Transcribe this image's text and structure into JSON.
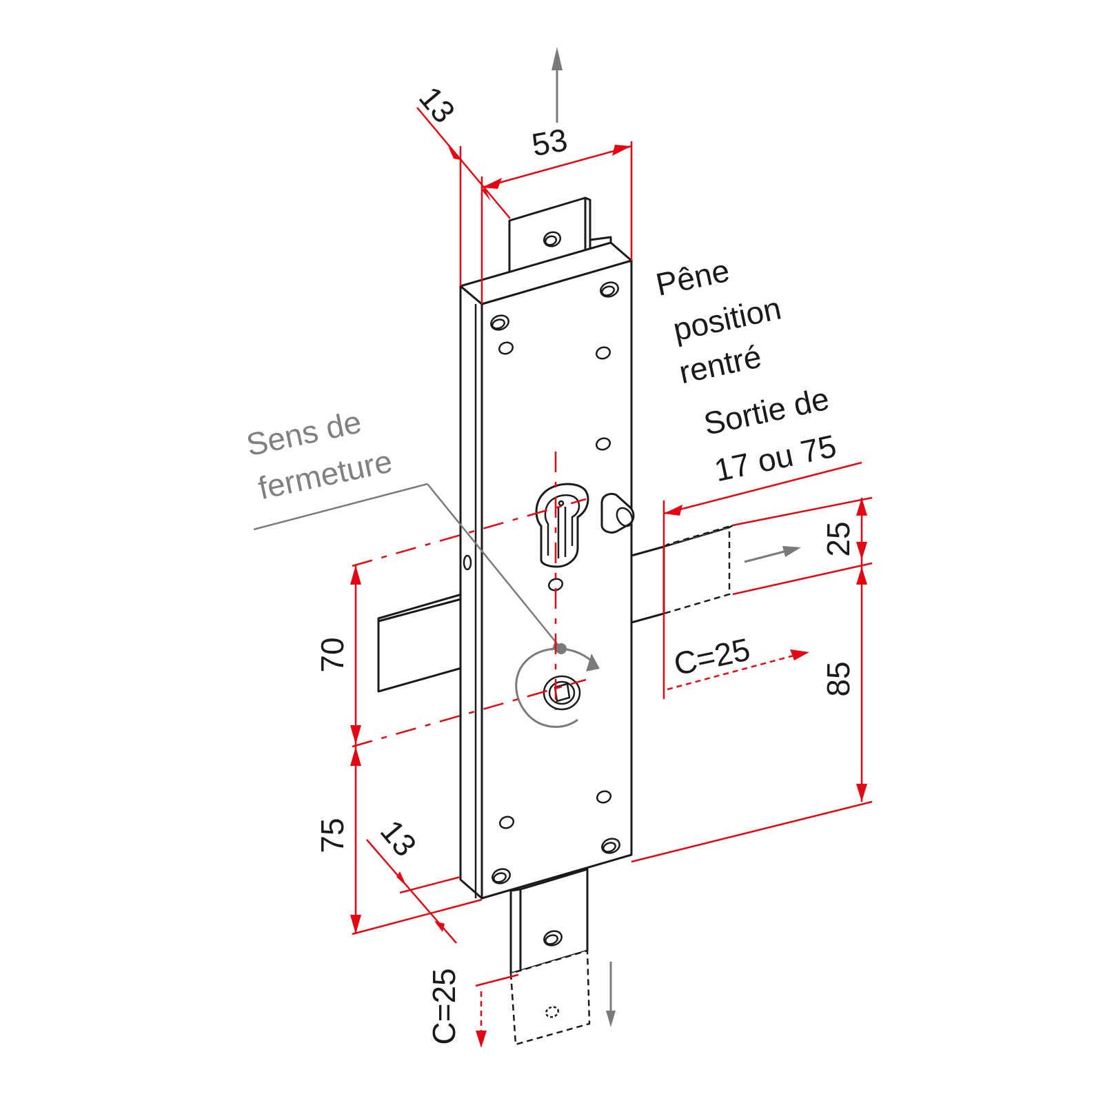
{
  "dimensions": {
    "depth_top": "13",
    "width": "53",
    "height_70": "70",
    "height_75": "75",
    "depth_bottom": "13",
    "bolt_25": "25",
    "height_85": "85",
    "throw_right": "C=25",
    "throw_bottom": "C=25"
  },
  "labels": {
    "bolt_note": [
      "Pêne",
      "position",
      "rentré",
      "Sortie de",
      "17 ou 75"
    ],
    "closing_direction": [
      "Sens de",
      "fermeture"
    ]
  },
  "colors": {
    "dimension": "#e30613",
    "outline": "#1a1a1a",
    "annotation": "#808080"
  }
}
